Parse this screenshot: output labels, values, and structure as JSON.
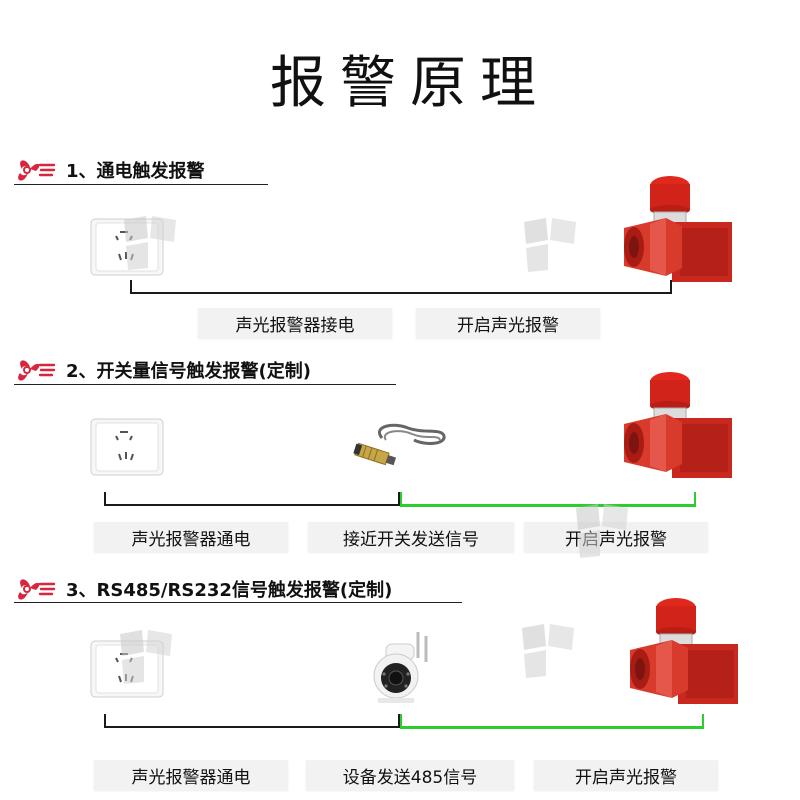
{
  "title": "报警原理",
  "sections": [
    {
      "heading": "1、通电触发报警",
      "labels": [
        "声光报警器接电",
        "开启声光报警"
      ]
    },
    {
      "heading": "2、开关量信号触发报警(定制)",
      "labels": [
        "声光报警器通电",
        "接近开关发送信号",
        "开启声光报警"
      ]
    },
    {
      "heading": "3、RS485/RS232信号触发报警(定制)",
      "labels": [
        "声光报警器通电",
        "设备发送485信号",
        "开启声光报警"
      ]
    }
  ],
  "colors": {
    "wire_black": "#1a1a1a",
    "wire_green": "#2ecc2e",
    "alarm_red": "#c8281e",
    "logo_red": "#d7263d"
  },
  "icons": [
    "brand-logo-icon",
    "wall-socket-icon",
    "alarm-siren-icon",
    "proximity-sensor-icon",
    "ptz-camera-icon",
    "watermark-icon"
  ]
}
